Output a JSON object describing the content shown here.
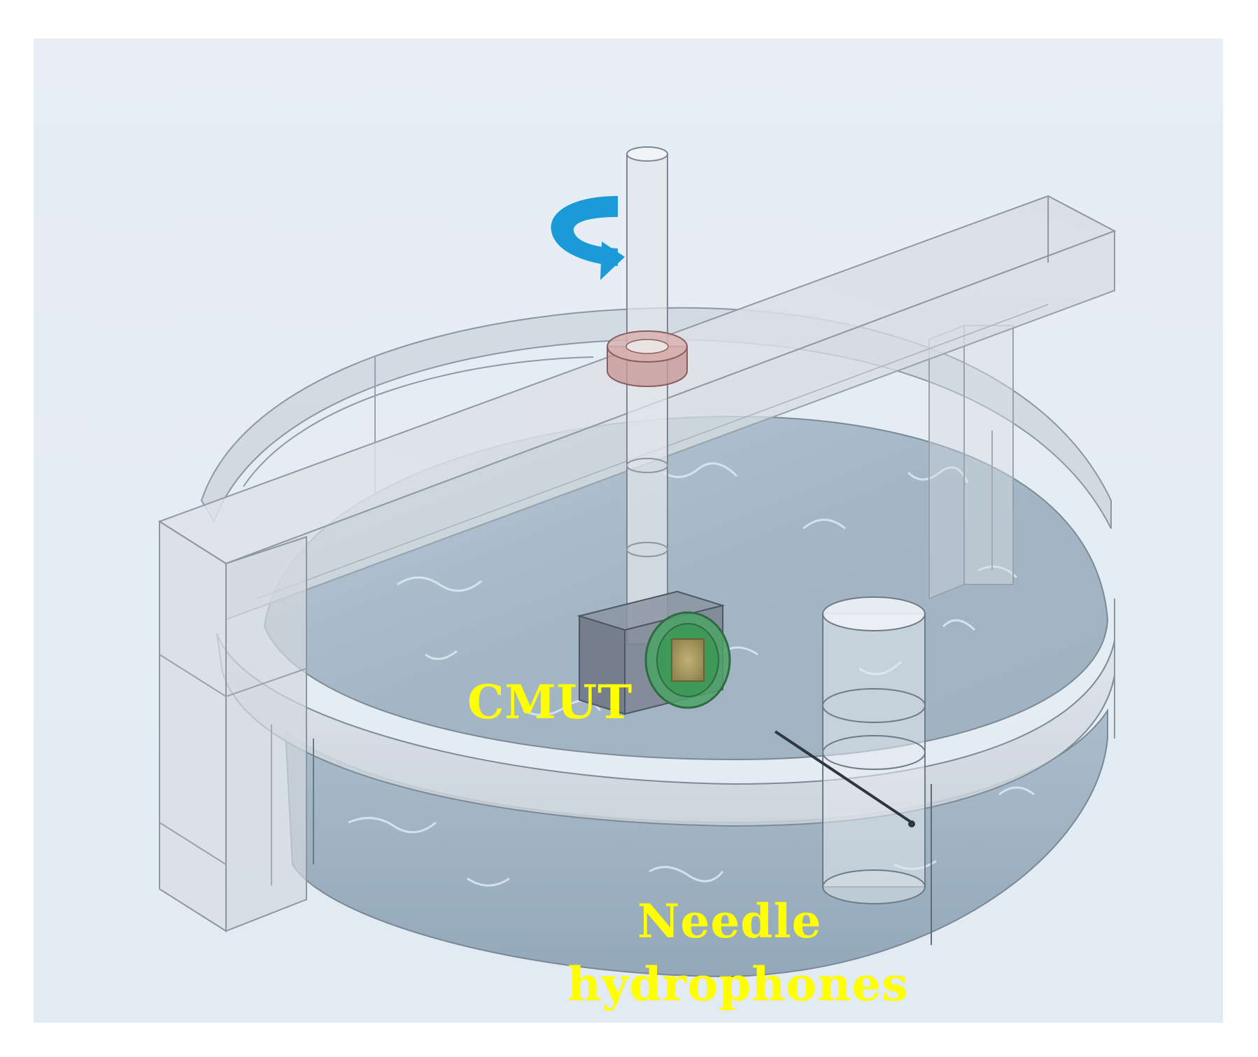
{
  "figure": {
    "labels": {
      "cmut": "CMUT",
      "needle_line1": "Needle",
      "needle_line2": "hydrophones"
    }
  },
  "colors": {
    "background": "#e5edf5",
    "label_text": "#ffff00",
    "rotation_arrow": "#1a9ad6",
    "water": "#a9bccb",
    "frame": "#d7dce2",
    "bearing_ring": "#c99a98",
    "cmut_holder": "#7c8593",
    "cmut_ring": "#3f9a5a",
    "cmut_chip": "#a89a5c"
  },
  "icons": {
    "rotation": "rotation-arrow-icon"
  }
}
